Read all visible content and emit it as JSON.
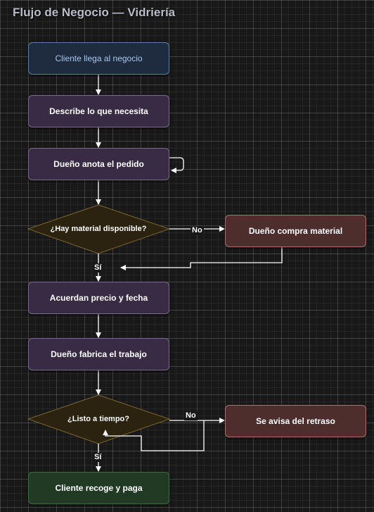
{
  "title": "Flujo de Negocio — Vidriería",
  "nodes": {
    "cliente_llega": "Cliente llega al negocio",
    "describe": "Describe lo que necesita",
    "anota": "Dueño anota el pedido",
    "hay_material": "¿Hay material disponible?",
    "compra": "Dueño compra material",
    "acuerdan": "Acuerdan precio y fecha",
    "fabrica": "Dueño fabrica el trabajo",
    "listo": "¿Listo a tiempo?",
    "avisa": "Se avisa del retraso",
    "recoge": "Cliente recoge y paga"
  },
  "edge_labels": {
    "material_no": "No",
    "material_si": "Sí",
    "tiempo_no": "No",
    "tiempo_si": "Sí"
  },
  "colors": {
    "start_fill": "#1f2b3f",
    "process_fill": "#382c44",
    "decision_fill": "#2b2210",
    "alt_fill": "#4e2d2d",
    "end_fill": "#213a24",
    "edge": "#ffffff"
  }
}
